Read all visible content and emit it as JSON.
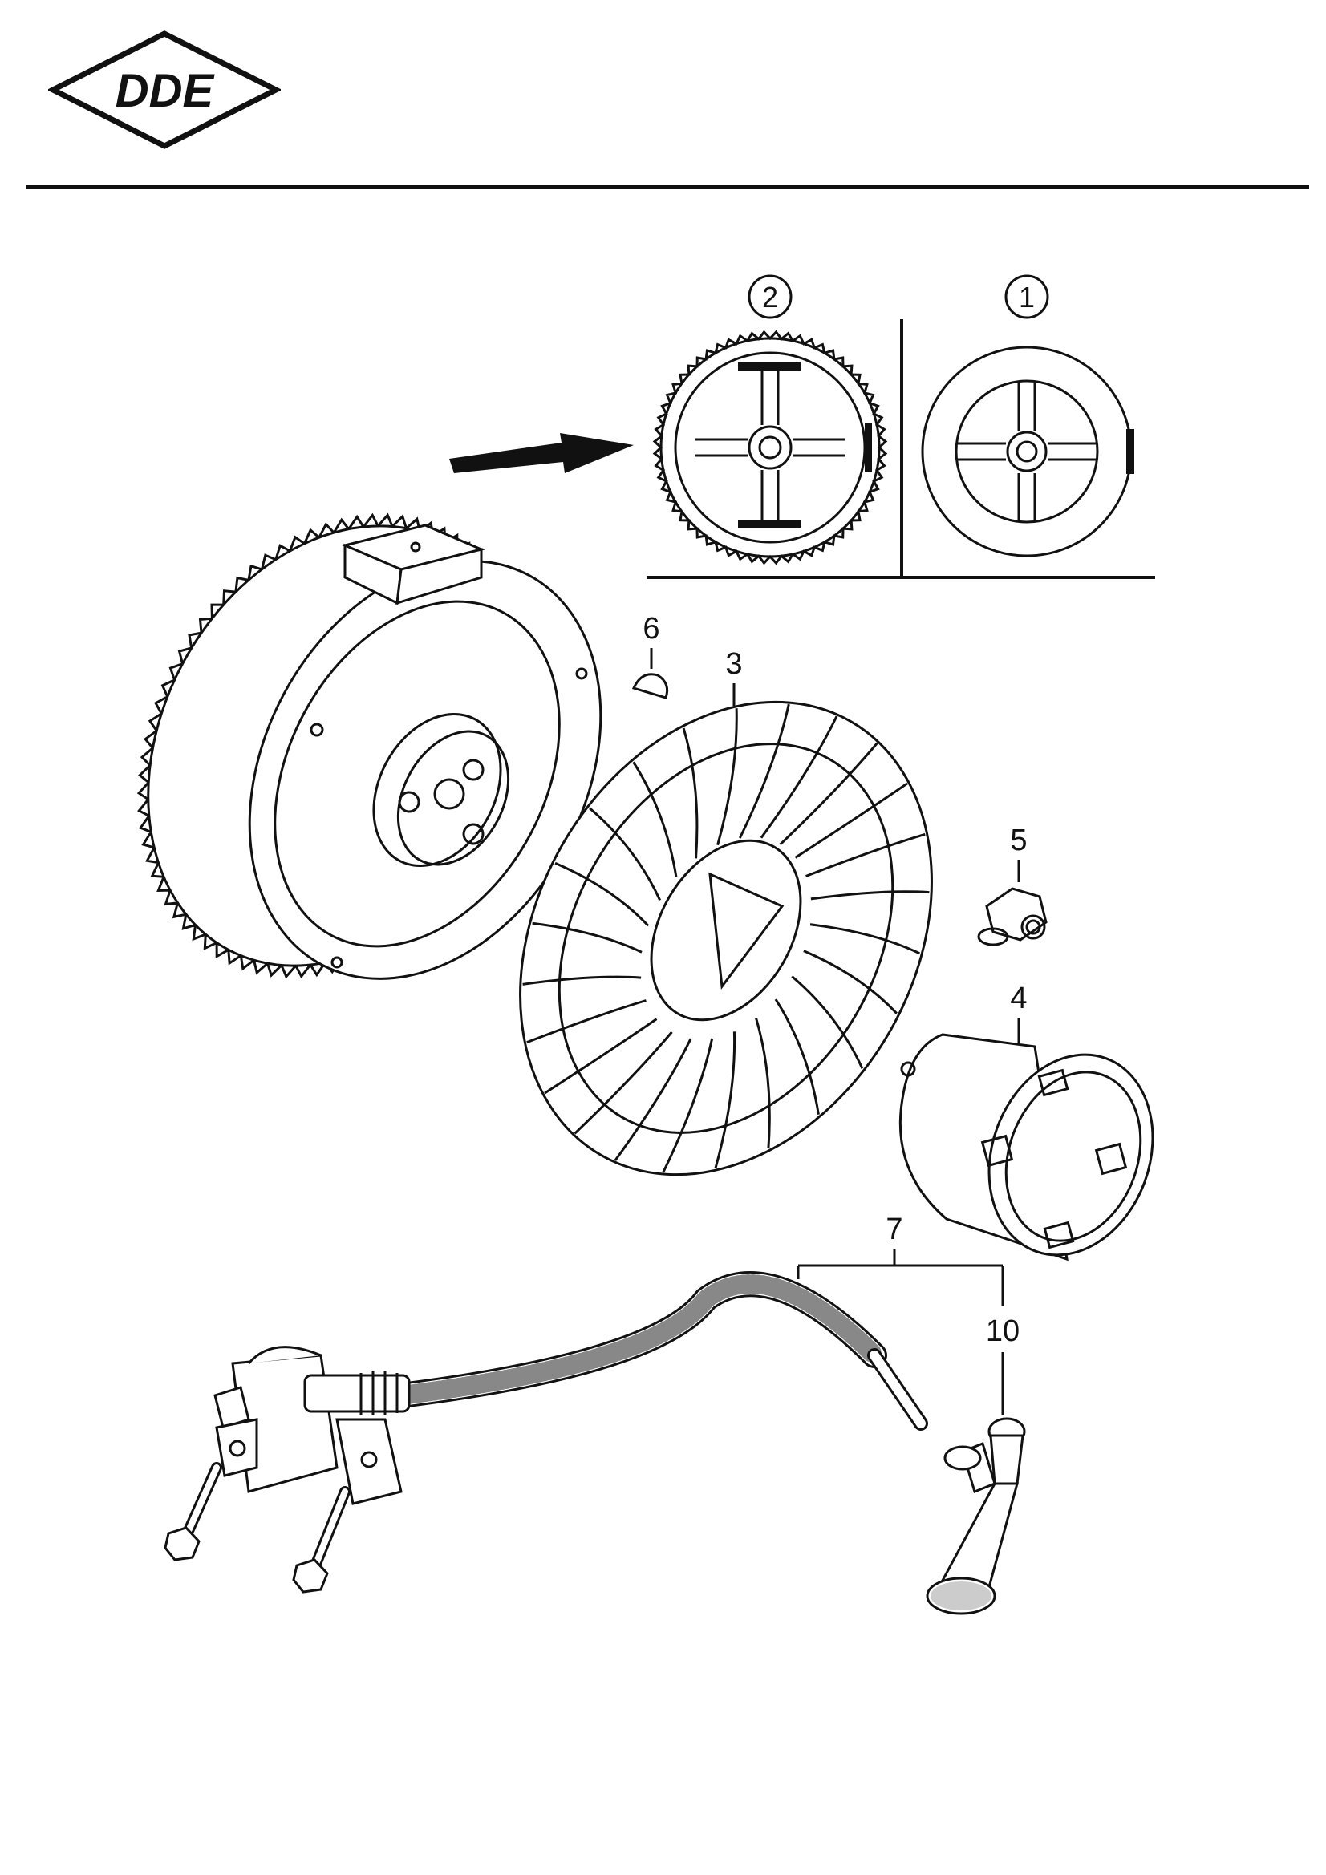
{
  "brand": {
    "logo_text": "DDE"
  },
  "variants": [
    {
      "id": "variant-2",
      "label": "2"
    },
    {
      "id": "variant-1",
      "label": "1"
    }
  ],
  "parts": [
    {
      "id": "part-6",
      "label": "6"
    },
    {
      "id": "part-3",
      "label": "3"
    },
    {
      "id": "part-5",
      "label": "5"
    },
    {
      "id": "part-4",
      "label": "4"
    },
    {
      "id": "part-7",
      "label": "7"
    },
    {
      "id": "part-10",
      "label": "10"
    }
  ]
}
